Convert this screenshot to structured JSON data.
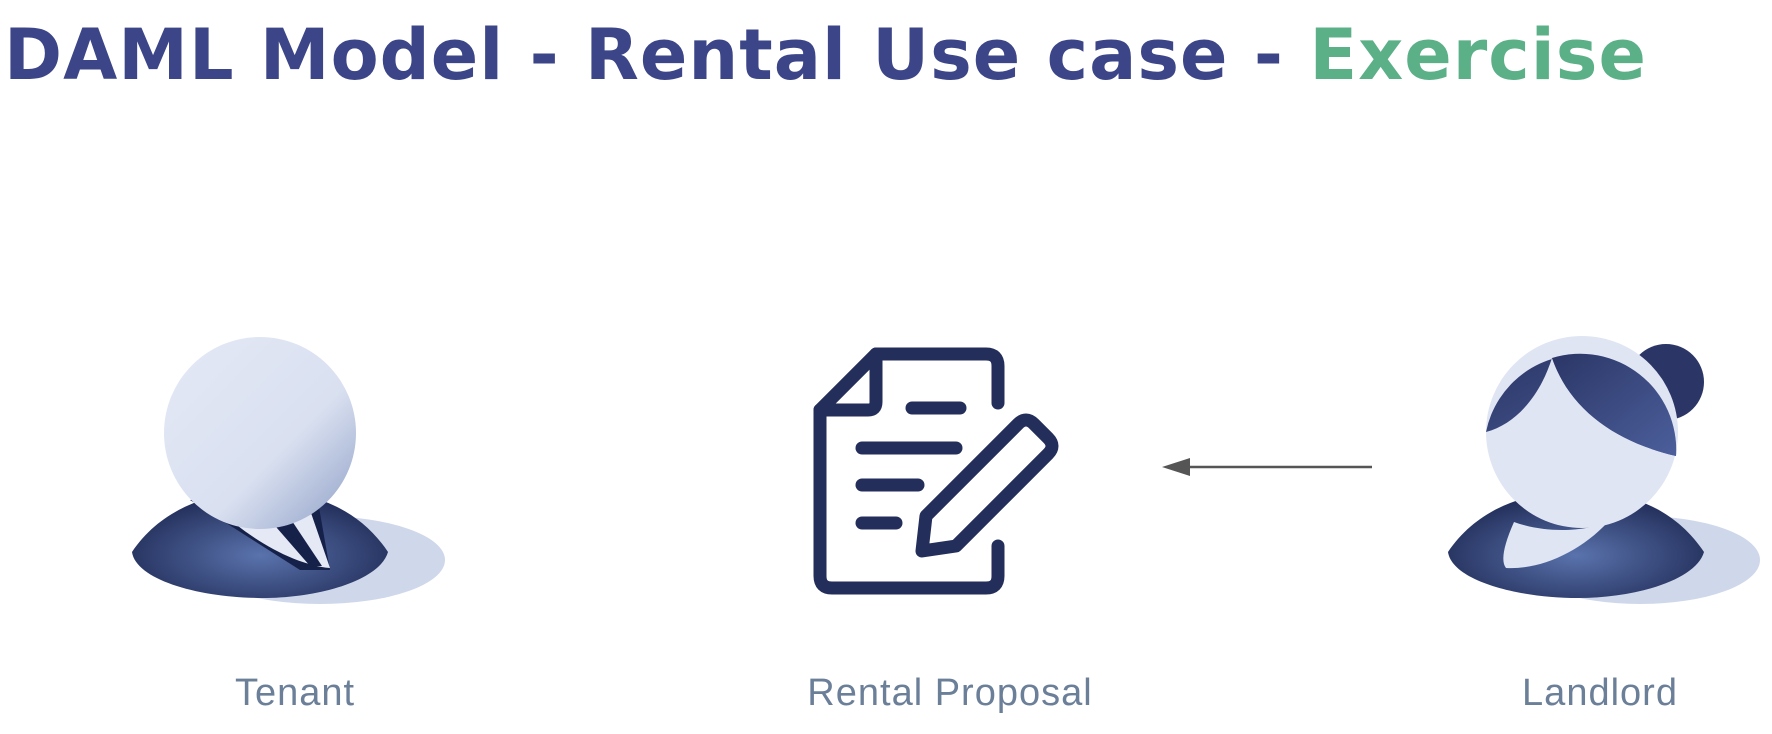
{
  "title": {
    "main": "DAML Model - Rental Use case - ",
    "accent": "Exercise"
  },
  "colors": {
    "title_main": "#3b4587",
    "title_accent": "#5bb087",
    "label": "#6b7f99",
    "icon_dark": "#232e5a",
    "arrow": "#555555"
  },
  "nodes": [
    {
      "id": "tenant",
      "label": "Tenant",
      "icon": "male-person-icon"
    },
    {
      "id": "rental-proposal",
      "label": "Rental Proposal",
      "icon": "contract-pen-icon"
    },
    {
      "id": "landlord",
      "label": "Landlord",
      "icon": "female-person-icon"
    }
  ],
  "edges": [
    {
      "from": "landlord",
      "to": "rental-proposal"
    }
  ]
}
